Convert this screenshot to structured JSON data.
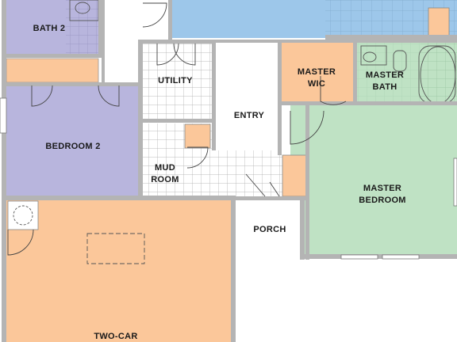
{
  "rooms": {
    "bath2": "BATH 2",
    "bedroom2": "BEDROOM 2",
    "utility": "UTILITY",
    "entry": "ENTRY",
    "mud_line1": "MUD",
    "mud_line2": "ROOM",
    "wic_line1": "MASTER",
    "wic_line2": "WIC",
    "mbath_line1": "MASTER",
    "mbath_line2": "BATH",
    "mbed_line1": "MASTER",
    "mbed_line2": "BEDROOM",
    "porch": "PORCH",
    "garage": "TWO-CAR"
  },
  "colors": {
    "bath": "#b8b5dd",
    "bedroom": "#b8b5dd",
    "garage": "#fbc79a",
    "wic": "#fbc79a",
    "master_bedroom": "#bfe2c4",
    "master_bath": "#bfe2c4",
    "pool_top": "#9dc7ea",
    "wall": "#b4b4b4"
  }
}
